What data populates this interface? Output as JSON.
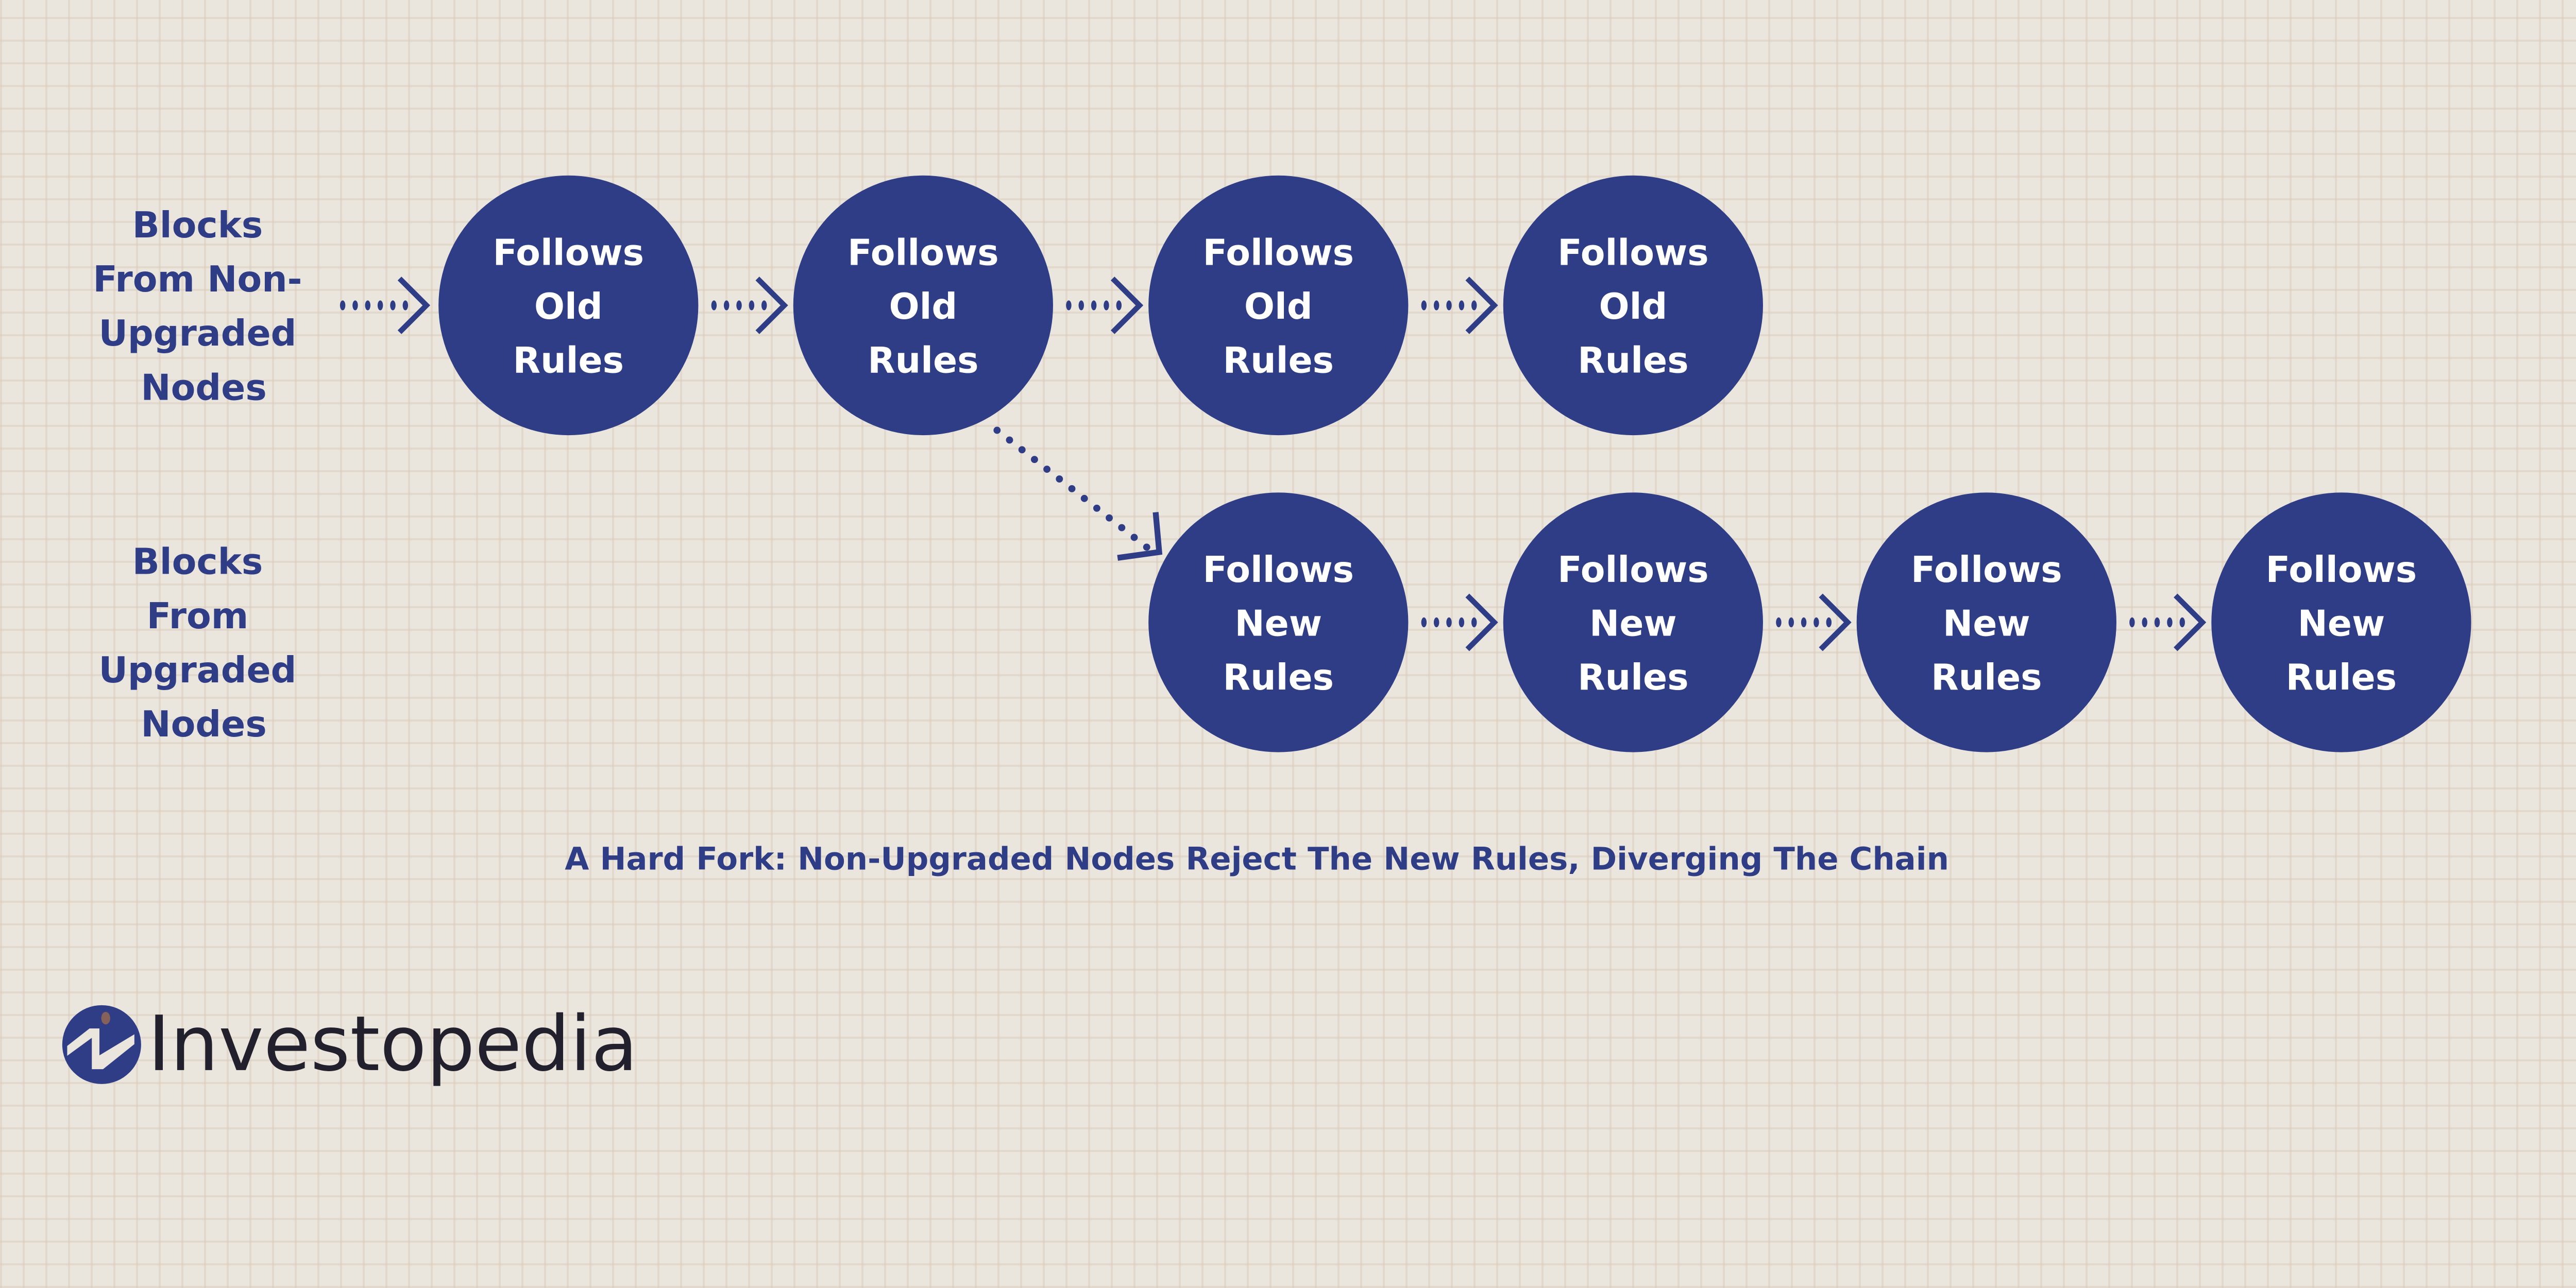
{
  "colors": {
    "node": "#2f3d87",
    "node_text": "#ffffff",
    "background": "#ebe6dd",
    "logo_text": "#23202d",
    "logo_dot": "#86615a"
  },
  "row_labels": {
    "old": [
      "Blocks",
      "From Non-",
      "Upgraded",
      "Nodes"
    ],
    "new": [
      "Blocks",
      "From",
      "Upgraded",
      "Nodes"
    ]
  },
  "old_chain": [
    {
      "lines": [
        "Follows",
        "Old",
        "Rules"
      ]
    },
    {
      "lines": [
        "Follows",
        "Old",
        "Rules"
      ]
    },
    {
      "lines": [
        "Follows",
        "Old",
        "Rules"
      ]
    },
    {
      "lines": [
        "Follows",
        "Old",
        "Rules"
      ]
    }
  ],
  "new_chain": [
    {
      "lines": [
        "Follows",
        "New",
        "Rules"
      ]
    },
    {
      "lines": [
        "Follows",
        "New",
        "Rules"
      ]
    },
    {
      "lines": [
        "Follows",
        "New",
        "Rules"
      ]
    },
    {
      "lines": [
        "Follows",
        "New",
        "Rules"
      ]
    }
  ],
  "fork_from_old_index": 1,
  "caption": "A Hard Fork: Non-Upgraded Nodes Reject The New Rules, Diverging The Chain",
  "logo": {
    "text": "Investopedia",
    "icon": "investopedia-logo-icon"
  }
}
